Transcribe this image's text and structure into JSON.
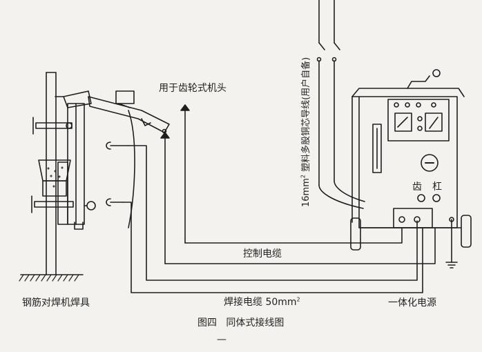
{
  "diagram": {
    "caption_fig": "图四",
    "caption_text": "同体式接线图",
    "labels": {
      "gear_head": "用于齿轮式机头",
      "control_cable": "控制电缆",
      "weld_cable": "焊接电缆 50mm",
      "weld_cable_sup": "2",
      "fixture": "钢筋对焊机焊具",
      "power_unit": "一体化电源",
      "wire_size": "16mm",
      "wire_size_sup": "2",
      "wire_desc": "塑料多股铜芯导线(用户自备)",
      "terminal_gear": "齿",
      "terminal_bar": "杠"
    },
    "page_mark": "—"
  }
}
